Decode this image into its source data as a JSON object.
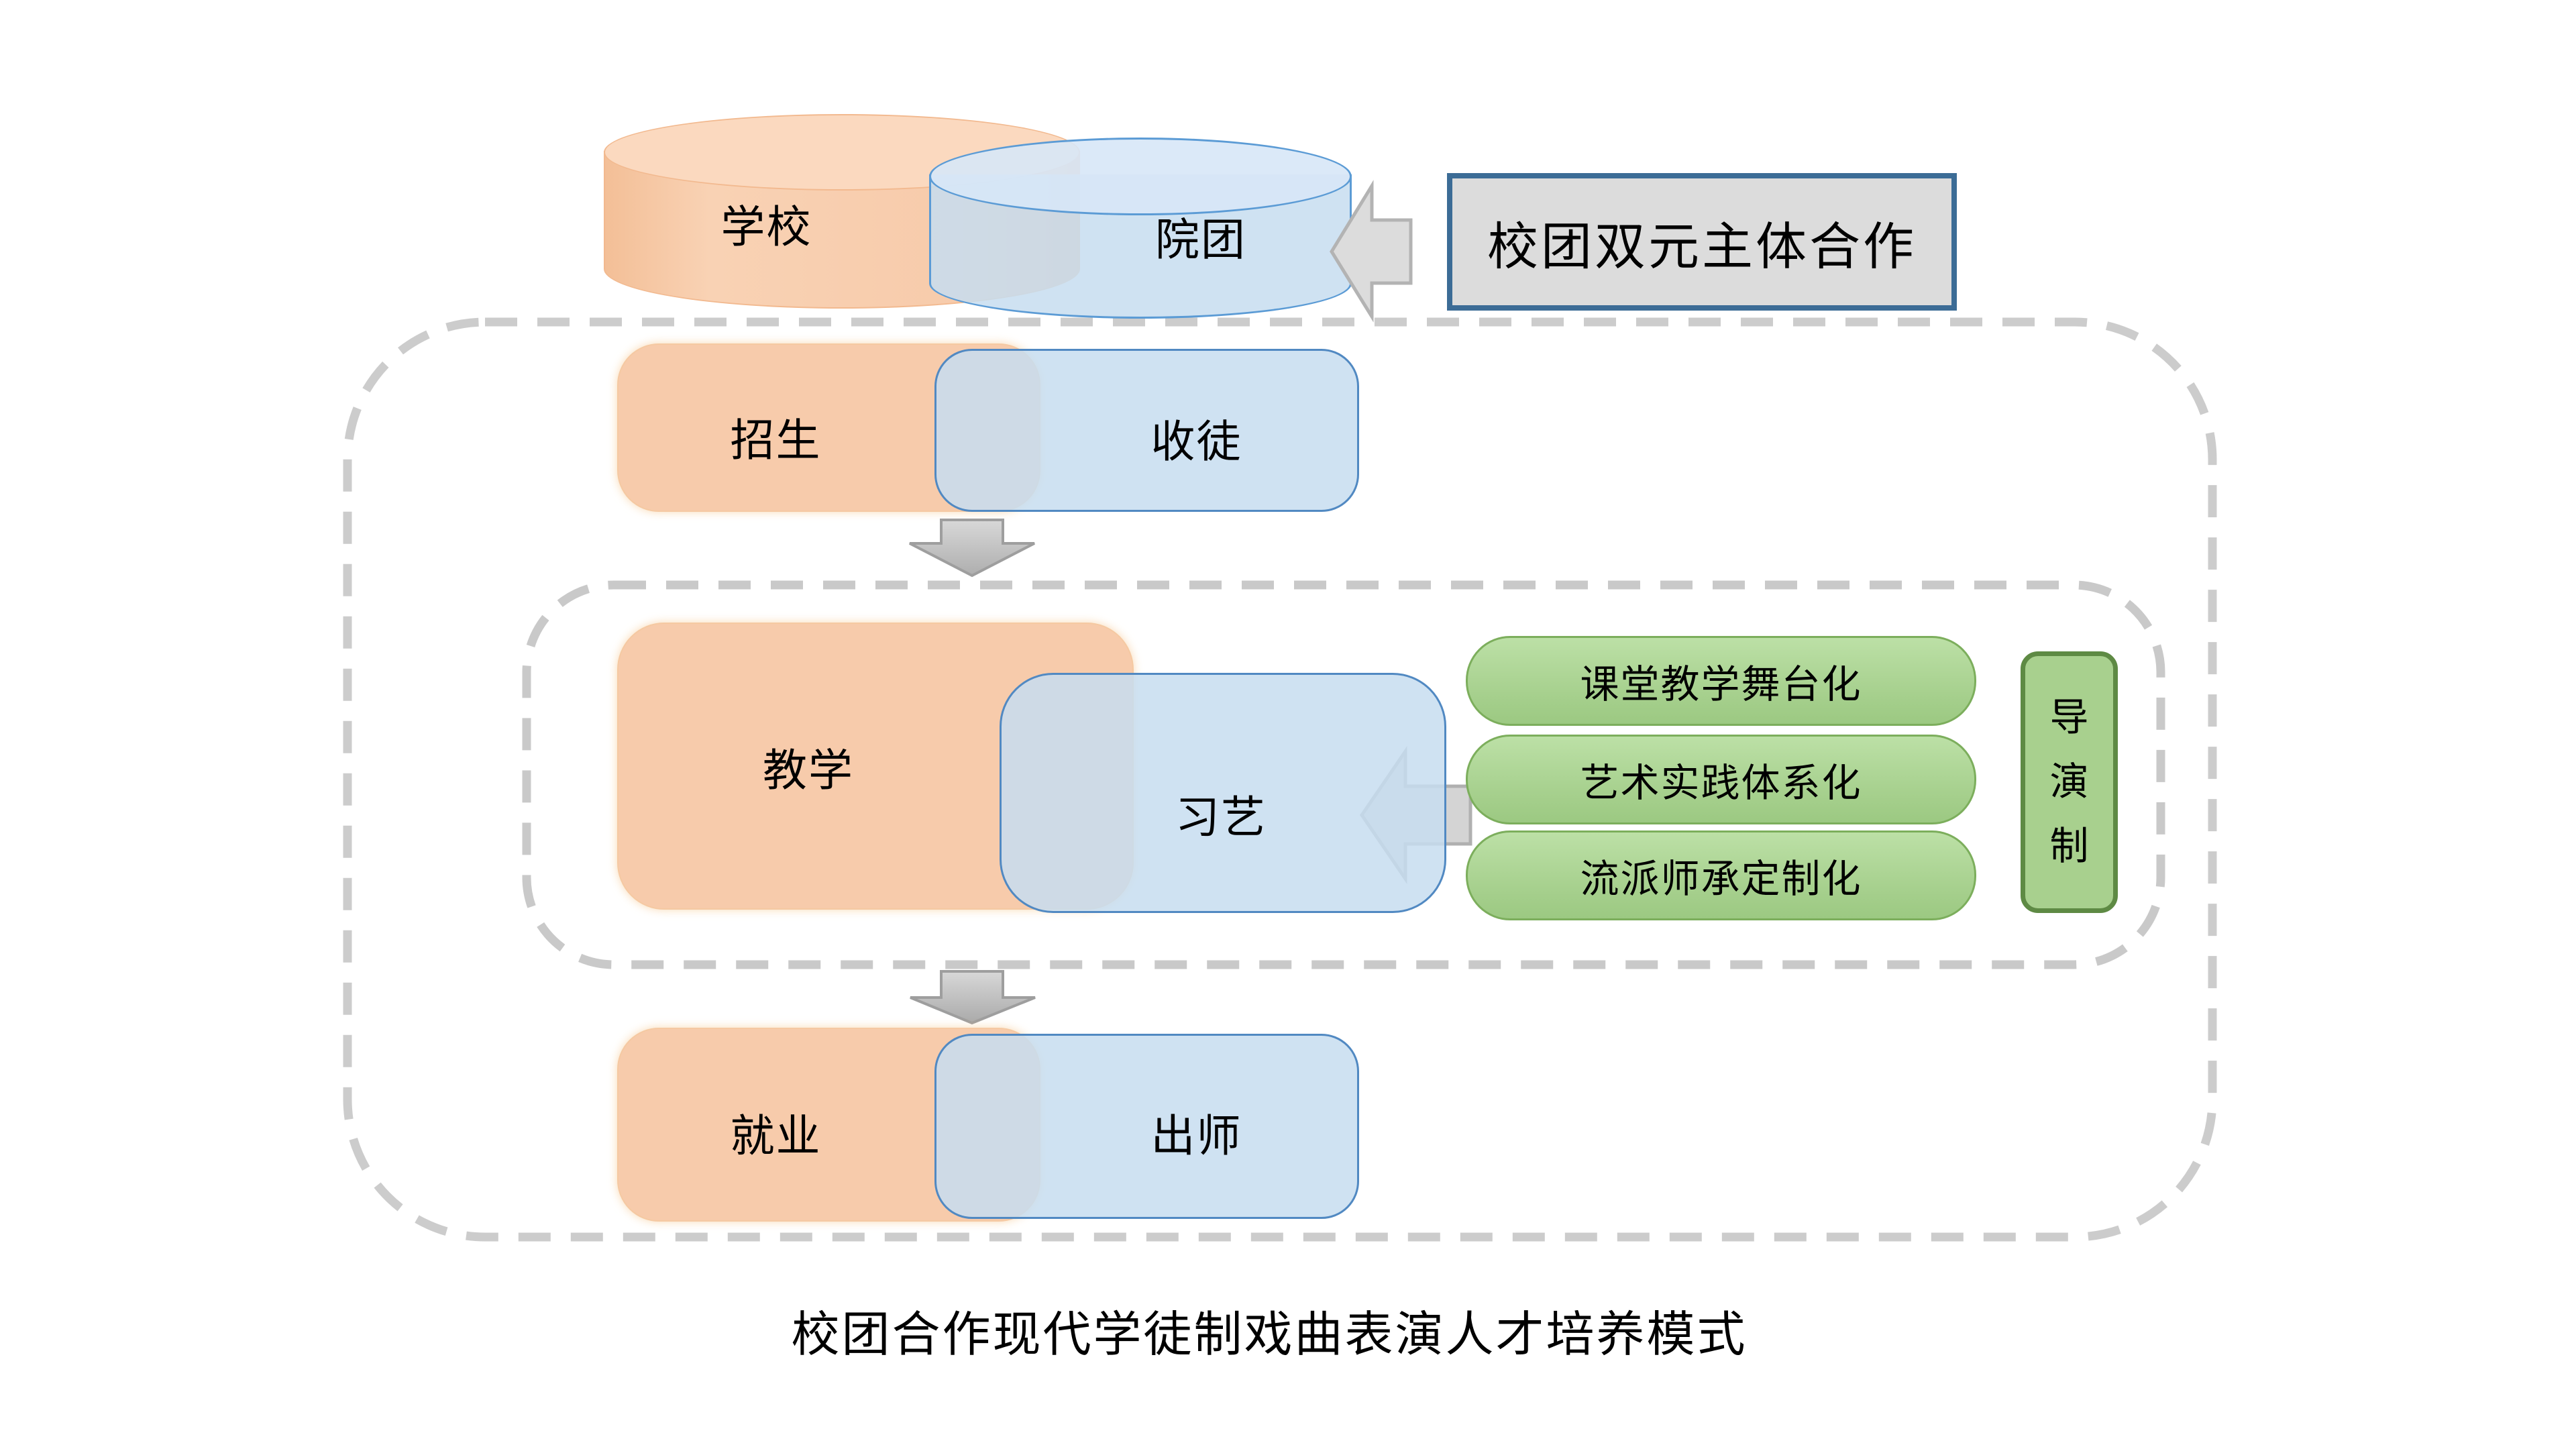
{
  "page": {
    "background": "#FFFFFF"
  },
  "title": {
    "text": "校团合作现代学徒制戏曲表演人才培养模式"
  },
  "entities": {
    "school": {
      "label": "学校"
    },
    "troupe": {
      "label": "院团"
    },
    "cooperation": {
      "label": "校团双元主体合作"
    }
  },
  "stages": [
    {
      "school_side": "招生",
      "troupe_side": "收徒"
    },
    {
      "school_side": "教学",
      "troupe_side": "习艺"
    },
    {
      "school_side": "就业",
      "troupe_side": "出师"
    }
  ],
  "teaching_methods": [
    "课堂教学舞台化",
    "艺术实践体系化",
    "流派师承定制化"
  ],
  "director_system": {
    "label": "导演制",
    "chars": [
      "导",
      "演",
      "制"
    ]
  },
  "icons": {
    "cooperation_arrow": "block-arrow-left",
    "method_arrow": "block-arrow-left",
    "flow_arrow_top": "block-arrow-down",
    "flow_arrow_bottom": "block-arrow-down"
  },
  "colors": {
    "orange_fill": "#F7CBAB",
    "orange_border": "#F2B98F",
    "blue_fill": "#C8DDF1",
    "blue_border": "#5B9BD5",
    "overlap_tint": "#CCD5DC",
    "green_fill": "#A9D18E",
    "green_border": "#7CAE5C",
    "dark_green_border": "#5E8A44",
    "gray_box_fill": "#DCDCDC",
    "gray_box_border": "#3C6C96",
    "arrow_gray": "#D6D6D6",
    "dash_gray": "#CBCBCB"
  }
}
